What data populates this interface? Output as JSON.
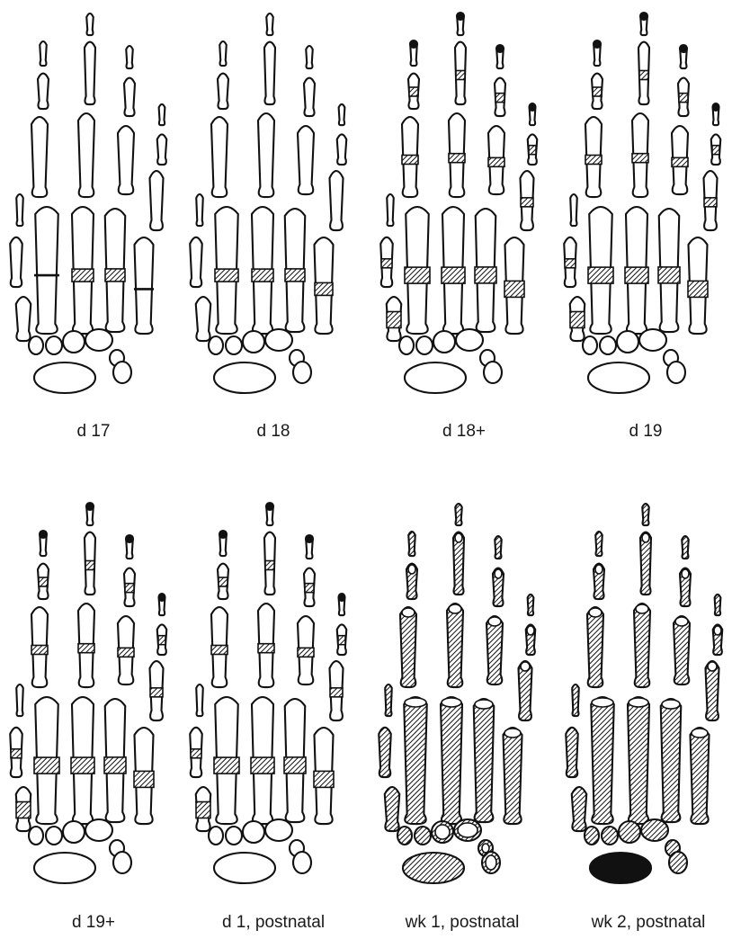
{
  "panels": [
    {
      "label": "d 17"
    },
    {
      "label": "d 18"
    },
    {
      "label": "d 18+"
    },
    {
      "label": "d 19"
    },
    {
      "label": "d 19+"
    },
    {
      "label": "d 1, postnatal"
    },
    {
      "label": "wk 1, postnatal"
    },
    {
      "label": "wk 2, postnatal"
    }
  ]
}
